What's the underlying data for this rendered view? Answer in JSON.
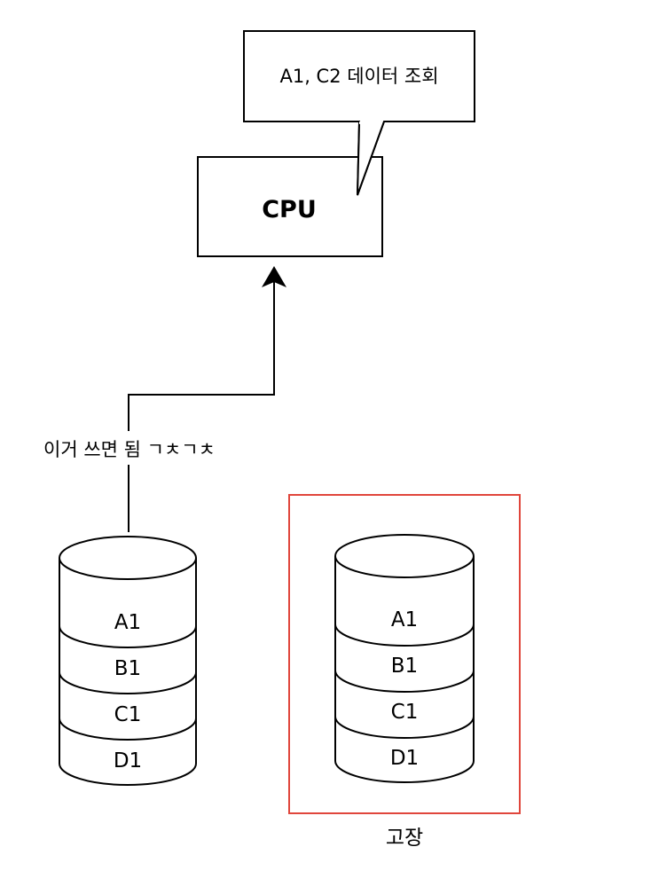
{
  "callout": {
    "text": "A1, C2 데이터 조회"
  },
  "cpu": {
    "label": "CPU"
  },
  "arrow": {
    "label": "이거 쓰면 됨 ㄱㅊㄱㅊ"
  },
  "disk_left": {
    "slots": [
      "A1",
      "B1",
      "C1",
      "D1"
    ]
  },
  "disk_right": {
    "slots": [
      "A1",
      "B1",
      "C1",
      "D1"
    ]
  },
  "failed_group": {
    "label": "고장",
    "border_color": "#e0463c"
  }
}
